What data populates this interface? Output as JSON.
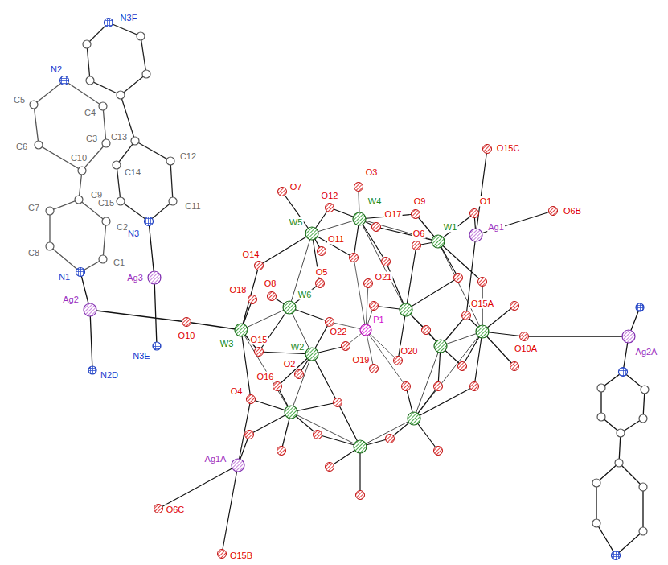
{
  "diagram": {
    "labels": [
      "N3F",
      "N2",
      "C5",
      "C4",
      "C3",
      "C6",
      "C10",
      "C13",
      "C14",
      "C9",
      "C7",
      "C12",
      "C15",
      "C2",
      "C8",
      "N3",
      "C11",
      "N1",
      "C1",
      "Ag3",
      "Ag2",
      "N3E",
      "N2D",
      "O10",
      "W3",
      "O7",
      "O12",
      "W4",
      "O3",
      "O9",
      "W5",
      "O17",
      "O11",
      "O6",
      "W1",
      "O1",
      "O15C",
      "Ag1",
      "O6B",
      "O14",
      "O8",
      "O18",
      "W6",
      "O5",
      "O21",
      "P1",
      "O15",
      "O22",
      "W2",
      "O2",
      "O16",
      "O19",
      "O20",
      "O15A",
      "O10A",
      "Ag2A",
      "O4",
      "Ag1A",
      "O6C",
      "O15B"
    ]
  }
}
